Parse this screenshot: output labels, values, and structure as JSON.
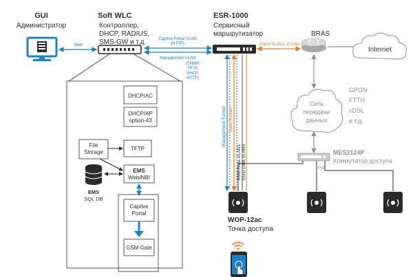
{
  "gui": {
    "title": "GUI",
    "subtitle": "Администратор"
  },
  "softwlc": {
    "title": "Soft WLC",
    "lines": [
      "Контроллер,",
      "DHCP, RADIUS,",
      "SMS-GW и т.д."
    ]
  },
  "esr": {
    "title": "ESR-1000",
    "lines": [
      "Сервисный",
      "маршрутизатор"
    ]
  },
  "bras": {
    "title": "BRAS"
  },
  "internet": {
    "title": "Internet"
  },
  "links": {
    "web": "Web",
    "captive_vlan": [
      "Captive Portal VLAN",
      "(HTTP)"
    ],
    "mgmt_vlan": [
      "Management VLAN",
      "(SNMP,",
      "TFTP,",
      "DHCP,",
      "HTTP)"
    ],
    "client_vlan": "Client VLAN1..VLANn",
    "mgmt_tunnel": "Management Tunnel",
    "data_tunnel": "Data Tunnel",
    "ssid1": "SSID Data VLAN1",
    "ssidn": "SSID Data VLANn",
    "poe": "PoE"
  },
  "cloud": {
    "lines": [
      "Сеть",
      "передачи",
      "данных"
    ]
  },
  "access_types": [
    "GPON",
    "FTTH",
    "xDSL",
    "и т.д."
  ],
  "mes": {
    "title": "MES2124P",
    "subtitle": "Коммутатор доступа"
  },
  "ap": {
    "title": "WOP-12ac",
    "subtitle": "Точка доступа"
  },
  "modules": {
    "dhcp_ac": "DHCP/AC",
    "dhcp_ap": [
      "DHCP/AP",
      "option-43"
    ],
    "file_storage": [
      "File",
      "Storage"
    ],
    "tftp": "TFTP",
    "ems_web": [
      "EMS",
      "Web/NBI"
    ],
    "ems_db": [
      "EMS",
      "SQL DB"
    ],
    "captive_portal": [
      "Captive",
      "Portal"
    ],
    "gsm_gate": "GSM Gate"
  },
  "colors": {
    "blue": "#1a82c8",
    "orange": "#f07820",
    "dark": "#2a2a2a",
    "gray": "#8f8f8f"
  }
}
